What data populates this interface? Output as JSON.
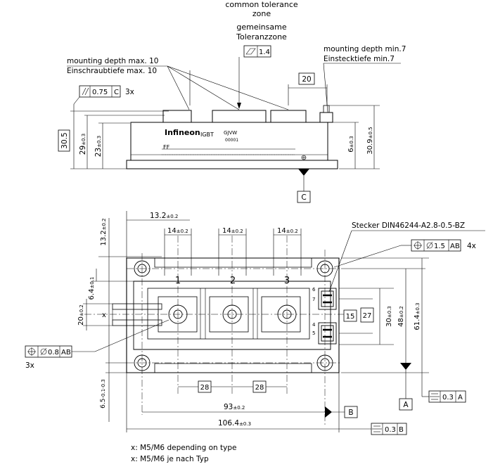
{
  "side_view": {
    "tolerance_en": "common tolerance",
    "tolerance_en2": "zone",
    "tolerance_de": "gemeinsame",
    "tolerance_de2": "Toleranzzone",
    "tolerance_value": "1.4",
    "depth_max_en": "mounting depth max. 10",
    "depth_max_de": "Einschraubtiefe max. 10",
    "depth_min_en": "mounting depth min.7",
    "depth_min_de": "Einstecktiefe min.7",
    "dim_20": "20",
    "parallel_value": "0.75",
    "parallel_datum": "C",
    "parallel_count": "3x",
    "dim_30_5": "30.5",
    "dim_29": "29",
    "dim_29_tol": "±0.3",
    "dim_23": "23",
    "dim_23_tol": "±0.3",
    "dim_6": "6",
    "dim_6_tol": "±0.3",
    "dim_30_9": "30.9",
    "dim_30_9_tol": "±0.5",
    "brand": "Infineon",
    "label_igbt": "IGBT",
    "label_code": "GJVW",
    "label_code2": "00001",
    "label_ff": "FF",
    "datum_c": "C"
  },
  "top_view": {
    "dim_13_2_h": "13.2",
    "dim_13_2_h_tol": "±0.2",
    "dim_13_2_v": "13.2",
    "dim_13_2_v_tol": "±0.2",
    "dim_14": "14",
    "dim_14_tol": "±0.2",
    "connector": "Stecker DIN46244-A2.8-0.5-BZ",
    "pos_hole_value": "1.5",
    "pos_hole_datum": "AB",
    "pos_hole_count": "4x",
    "dim_6_4": "6.4",
    "dim_6_4_tol": "±0.1",
    "dim_20": "20",
    "dim_20_tol": "±0.2",
    "mark_x": "x",
    "term_1": "1",
    "term_2": "2",
    "term_3": "3",
    "pin_6": "6",
    "pin_7": "7",
    "pin_4": "4",
    "pin_5": "5",
    "dim_15": "15",
    "dim_27": "27",
    "dim_30": "30",
    "dim_30_tol": "±0.3",
    "dim_48": "48",
    "dim_48_tol": "±0.2",
    "dim_61_4": "61.4",
    "dim_61_4_tol": "±0.3",
    "pos_screw_value": "0.8",
    "pos_screw_datum": "AB",
    "pos_screw_count": "3x",
    "dim_6_5": "6.5",
    "dim_6_5_tol_plus": "-0.1",
    "dim_6_5_tol_minus": "-0.3",
    "dim_28a": "28",
    "dim_28b": "28",
    "datum_a": "A",
    "sym_a_value": "0.3",
    "sym_a_datum": "A",
    "dim_93": "93",
    "dim_93_tol": "±0.2",
    "datum_b": "B",
    "dim_106_4": "106.4",
    "dim_106_4_tol": "±0.3",
    "sym_b_value": "0.3",
    "sym_b_datum": "B"
  },
  "notes": {
    "note_en": "x: M5/M6 depending on type",
    "note_de": "x: M5/M6 je nach Typ"
  }
}
